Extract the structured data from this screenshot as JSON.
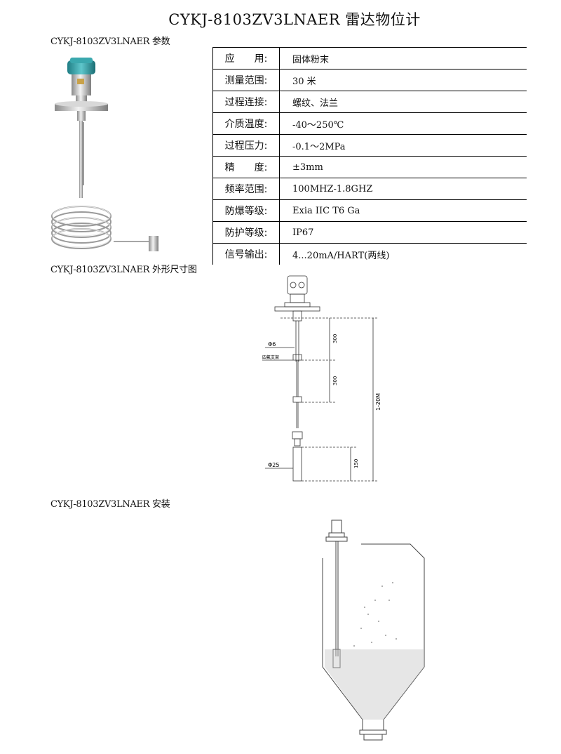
{
  "title": "CYKJ-8103ZV3LNAER 雷达物位计",
  "sections": {
    "params": "CYKJ-8103ZV3LNAER 参数",
    "dims": "CYKJ-8103ZV3LNAER 外形尺寸图",
    "install": "CYKJ-8103ZV3LNAER 安装"
  },
  "specs": [
    {
      "key": "应　　用:",
      "value": "固体粉末"
    },
    {
      "key": "测量范围:",
      "value": "30 米"
    },
    {
      "key": "过程连接:",
      "value": "螺纹、法兰"
    },
    {
      "key": "介质温度:",
      "value": "-40～250℃"
    },
    {
      "key": "过程压力:",
      "value": "-0.1～2MPa"
    },
    {
      "key": "精　　度:",
      "value": "±3mm"
    },
    {
      "key": "频率范围:",
      "value": "100MHZ-1.8GHZ"
    },
    {
      "key": "防爆等级:",
      "value": "Exia IIC T6 Ga"
    },
    {
      "key": "防护等级:",
      "value": "IP67"
    },
    {
      "key": "信号输出:",
      "value": "4...20mA/HART(两线)"
    }
  ],
  "drawing": {
    "phi6": "Φ6",
    "phi25": "Φ25",
    "support": "四氟支架",
    "dim300a": "300",
    "dim300b": "300",
    "dim150": "150",
    "dimTotal": "1-20M"
  }
}
